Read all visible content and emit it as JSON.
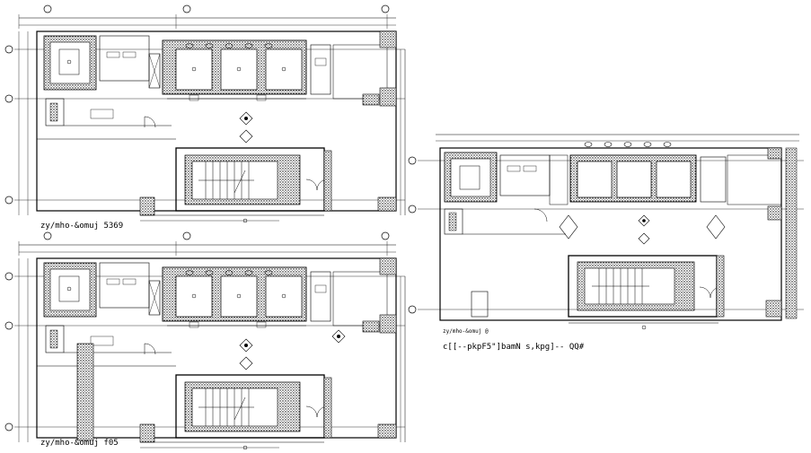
{
  "plans": [
    {
      "id": "top-left",
      "caption": "zy/mho-&omuj 5369"
    },
    {
      "id": "bottom-left",
      "caption": "zy/mho-&omuj f05"
    },
    {
      "id": "right",
      "caption": "zy/mho-&omuj @"
    }
  ],
  "drawing_title": "c[[--pkpF5\"]bamN s,kpg]-- QQ#",
  "colors": {
    "line": "#000000",
    "background": "#ffffff"
  }
}
